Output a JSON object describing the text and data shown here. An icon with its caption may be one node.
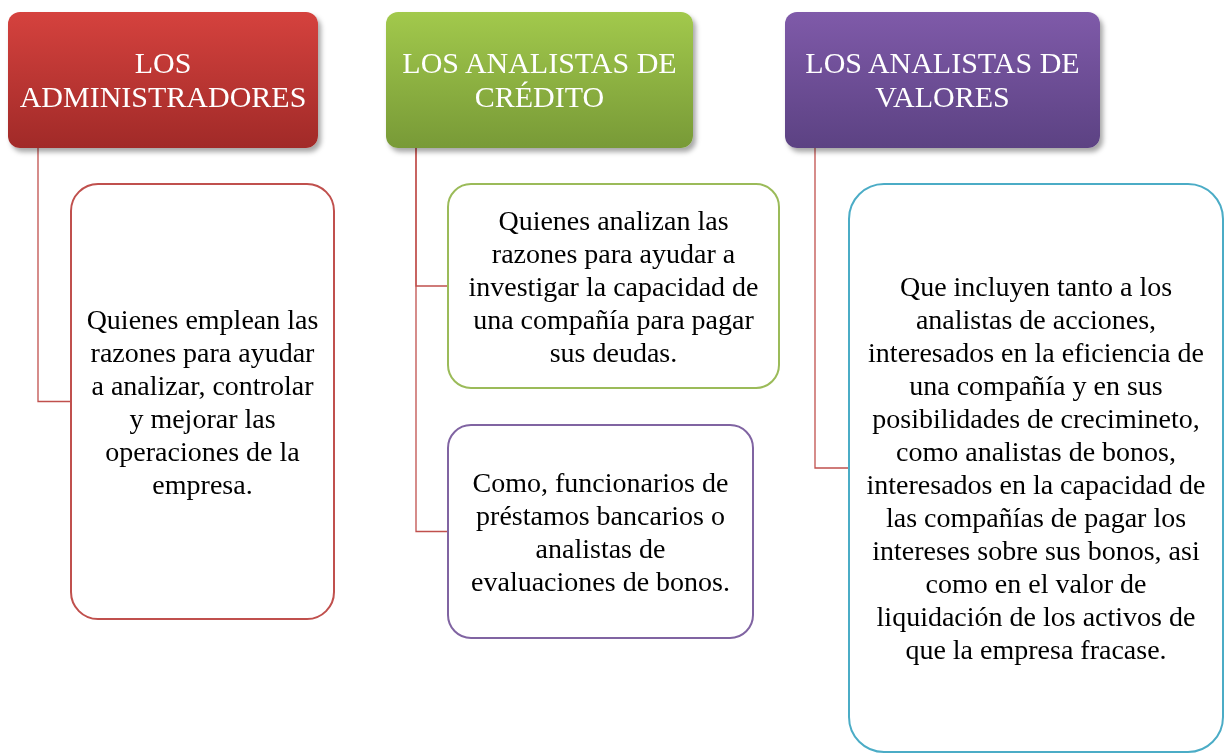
{
  "diagram": {
    "nodes": [
      {
        "text": [
          "LOS ADMINISTRADORES"
        ]
      },
      {
        "text": [
          "LOS ANALISTAS DE CRÉDITO"
        ]
      },
      {
        "text": [
          "LOS ANALISTAS DE VALORES"
        ]
      },
      {
        "text": [
          "Quienes emplean las razones para ayudar a analizar, controlar y mejorar las operaciones de la empresa."
        ]
      },
      {
        "text": [
          "Quienes analizan las razones para ayudar a investigar la capacidad de una compañía para pagar sus deudas."
        ]
      },
      {
        "text": [
          "Como, funcionarios de préstamos bancarios o analistas de evaluaciones de bonos."
        ]
      },
      {
        "text": [
          "Que incluyen tanto a los analistas de acciones, interesados en la eficiencia de una compañía y en sus posibilidades de crecimineto, como analistas de bonos, interesados en la capacidad de las compañías de pagar los intereses sobre sus bonos, asi como en el valor de liquidación de los activos de que la empresa fracase."
        ]
      }
    ],
    "edges": [
      {
        "from": 0,
        "to": 3,
        "arrow": "none"
      },
      {
        "from": 1,
        "to": 4,
        "arrow": "none"
      },
      {
        "from": 1,
        "to": 5,
        "arrow": "none"
      },
      {
        "from": 2,
        "to": 6,
        "arrow": "none"
      }
    ]
  }
}
